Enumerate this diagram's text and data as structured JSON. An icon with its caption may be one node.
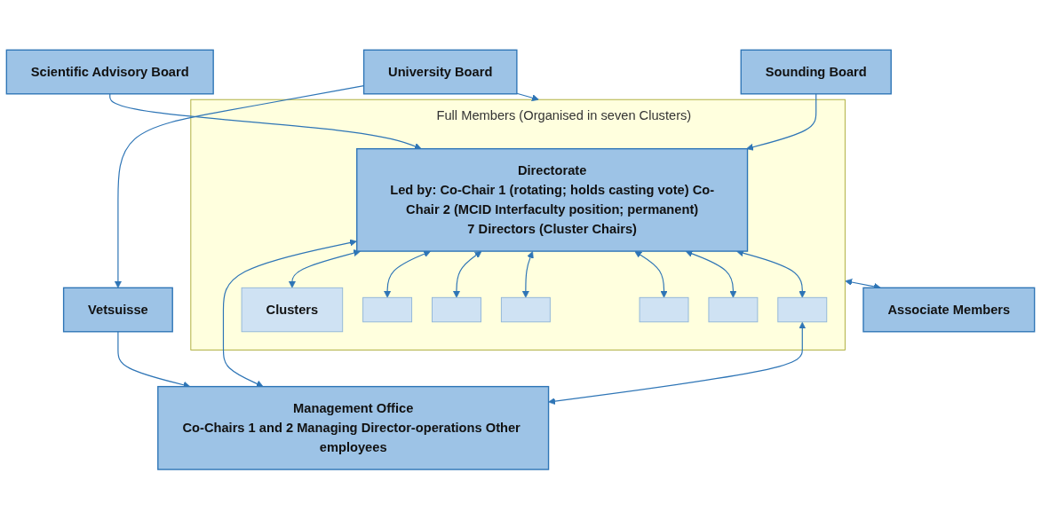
{
  "diagram": {
    "nodes": [
      {
        "text": [
          "University Board"
        ]
      },
      {
        "text": [
          "Vetsuisse"
        ]
      },
      {
        "text": [
          "Full Members (Organised in seven Clusters)"
        ]
      },
      {
        "text": [
          "Directorate",
          "Led by: Co-Chair 1 (rotating; holds casting vote) Co-Chair 2 (MCID Interfaculty position; permanent)",
          "7 Directors (Cluster Chairs)"
        ],
        "in": 2
      },
      {
        "text": [
          "Scientific Advisory Board"
        ]
      },
      {
        "text": [
          "Sounding Board"
        ]
      },
      {
        "text": [
          "Management Office",
          "Co-Chairs 1 and 2 Managing Director-operations Other employees"
        ]
      },
      {
        "text": [
          "Clusters"
        ],
        "in": 2
      },
      {
        "text": [],
        "shape": "box",
        "in": 2
      },
      {
        "text": [],
        "shape": "box",
        "in": 2
      },
      {
        "text": [],
        "shape": "box",
        "in": 2
      },
      {
        "text": [],
        "shape": "box",
        "in": 2
      },
      {
        "text": [],
        "shape": "box",
        "in": 2
      },
      {
        "text": [],
        "shape": "box",
        "in": 2
      },
      {
        "text": [
          "Associate Members"
        ]
      }
    ],
    "edges": [
      {
        "from": 0,
        "to": 1,
        "arrow": "to"
      },
      {
        "from": 0,
        "to": 2,
        "arrow": "to"
      },
      {
        "from": 1,
        "to": 6,
        "arrow": "to"
      },
      {
        "from": 4,
        "to": 3,
        "arrow": "to"
      },
      {
        "from": 5,
        "to": 3,
        "arrow": "to"
      },
      {
        "from": 3,
        "to": 6,
        "arrow": "both"
      },
      {
        "from": 3,
        "to": 7,
        "arrow": "both"
      },
      {
        "from": 3,
        "to": 8,
        "arrow": "both"
      },
      {
        "from": 3,
        "to": 9,
        "arrow": "both"
      },
      {
        "from": 3,
        "to": 10,
        "arrow": "both"
      },
      {
        "from": 3,
        "to": 11,
        "arrow": "both"
      },
      {
        "from": 3,
        "to": 12,
        "arrow": "both"
      },
      {
        "from": 3,
        "to": 13,
        "arrow": "both"
      },
      {
        "from": 13,
        "to": 6,
        "arrow": "both"
      },
      {
        "from": 2,
        "to": 14,
        "arrow": "both"
      }
    ]
  }
}
